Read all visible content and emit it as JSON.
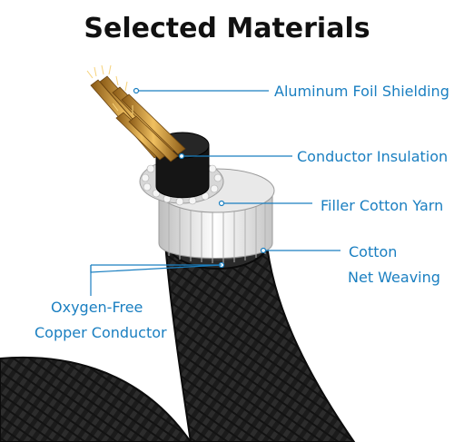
{
  "title": "Selected Materials",
  "labels": {
    "aluminum_foil": "Aluminum Foil Shielding",
    "conductor_insulation": "Conductor Insulation",
    "filler_cotton": "Filler Cotton Yarn",
    "cotton_line1": "Cotton",
    "cotton_line2": "Net Weaving",
    "oxygen_line1": "Oxygen-Free",
    "oxygen_line2": "Copper Conductor"
  },
  "colors": {
    "label": "#1a7fc1",
    "leader_line": "#1a7fc1",
    "braid": "#1b1b1b",
    "copper": "#c98a2a"
  }
}
